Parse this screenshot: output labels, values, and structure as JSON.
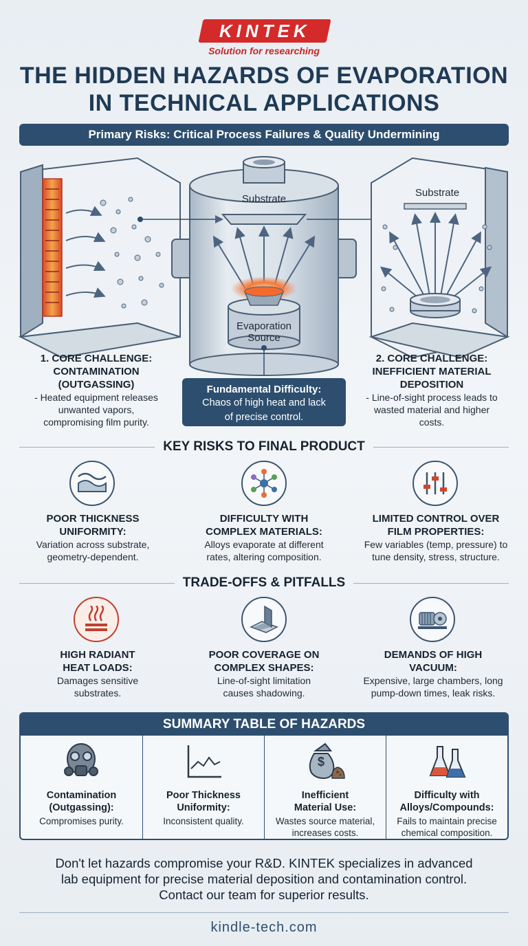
{
  "brand": {
    "logo_text": "KINTEK",
    "tagline": "Solution for researching"
  },
  "title": {
    "line1": "THE HIDDEN HAZARDS OF EVAPORATION",
    "line2": "IN TECHNICAL APPLICATIONS"
  },
  "banner": "Primary Risks: Critical Process Failures & Quality Undermining",
  "illustration": {
    "center_substrate_label": "Substrate",
    "right_substrate_label": "Substrate",
    "source_label_line1": "Evaporation",
    "source_label_line2": "Source"
  },
  "challenge_left": {
    "title_line1": "1. CORE CHALLENGE:",
    "title_line2": "CONTAMINATION",
    "title_line3": "(OUTGASSING)",
    "desc_line1": "- Heated equipment releases",
    "desc_line2": "unwanted vapors,",
    "desc_line3": "compromising film purity."
  },
  "challenge_right": {
    "title_line1": "2. CORE CHALLENGE:",
    "title_line2": "INEFFICIENT MATERIAL",
    "title_line3": "DEPOSITION",
    "desc_line1": "- Line-of-sight process leads to",
    "desc_line2": "wasted material and higher",
    "desc_line3": "costs."
  },
  "fundamental": {
    "title": "Fundamental Difficulty:",
    "desc_line1": "Chaos of high heat and lack",
    "desc_line2": "of precise control."
  },
  "key_risks": {
    "heading": "KEY RISKS TO FINAL PRODUCT",
    "items": [
      {
        "icon": "wave-layers-icon",
        "title_line1": "POOR THICKNESS",
        "title_line2": "UNIFORMITY:",
        "desc_line1": "Variation across substrate,",
        "desc_line2": "geometry-dependent."
      },
      {
        "icon": "molecule-icon",
        "title_line1": "DIFFICULTY WITH",
        "title_line2": "COMPLEX MATERIALS:",
        "desc_line1": "Alloys evaporate at different",
        "desc_line2": "rates, altering composition."
      },
      {
        "icon": "sliders-icon",
        "title_line1": "LIMITED CONTROL OVER",
        "title_line2": "FILM PROPERTIES:",
        "desc_line1": "Few variables (temp, pressure) to",
        "desc_line2": "tune density, stress, structure."
      }
    ]
  },
  "tradeoffs": {
    "heading": "TRADE-OFFS & PITFALLS",
    "items": [
      {
        "icon": "radiant-heat-icon",
        "title_line1": "HIGH RADIANT",
        "title_line2": "HEAT LOADS:",
        "desc_line1": "Damages sensitive",
        "desc_line2": "substrates."
      },
      {
        "icon": "shadow-shape-icon",
        "title_line1": "POOR COVERAGE ON",
        "title_line2": "COMPLEX SHAPES:",
        "desc_line1": "Line-of-sight limitation",
        "desc_line2": "causes shadowing."
      },
      {
        "icon": "vacuum-pump-icon",
        "title_line1": "DEMANDS OF HIGH",
        "title_line2": "VACUUM:",
        "desc_line1": "Expensive, large chambers, long",
        "desc_line2": "pump-down times, leak risks."
      }
    ]
  },
  "summary": {
    "heading": "SUMMARY TABLE OF HAZARDS",
    "cells": [
      {
        "icon": "gas-mask-icon",
        "title_line1": "Contamination",
        "title_line2": "(Outgassing):",
        "desc_line1": "Compromises purity.",
        "desc_line2": ""
      },
      {
        "icon": "line-graph-icon",
        "title_line1": "Poor Thickness",
        "title_line2": "Uniformity:",
        "desc_line1": "Inconsistent quality.",
        "desc_line2": ""
      },
      {
        "icon": "money-bag-icon",
        "title_line1": "Inefficient",
        "title_line2": "Material Use:",
        "desc_line1": "Wastes source material,",
        "desc_line2": "increases costs."
      },
      {
        "icon": "flasks-icon",
        "title_line1": "Difficulty with",
        "title_line2": "Alloys/Compounds:",
        "desc_line1": "Fails to maintain precise",
        "desc_line2": "chemical composition."
      }
    ]
  },
  "cta": {
    "line1": "Don't let hazards compromise your R&D. KINTEK specializes in advanced",
    "line2": "lab equipment for precise material deposition and contamination control.",
    "line3": "Contact our team for superior results."
  },
  "website": "kindle-tech.com",
  "colors": {
    "navy": "#2d4e6e",
    "brand_red": "#d42a2a",
    "heat_orange": "#f0652a"
  }
}
